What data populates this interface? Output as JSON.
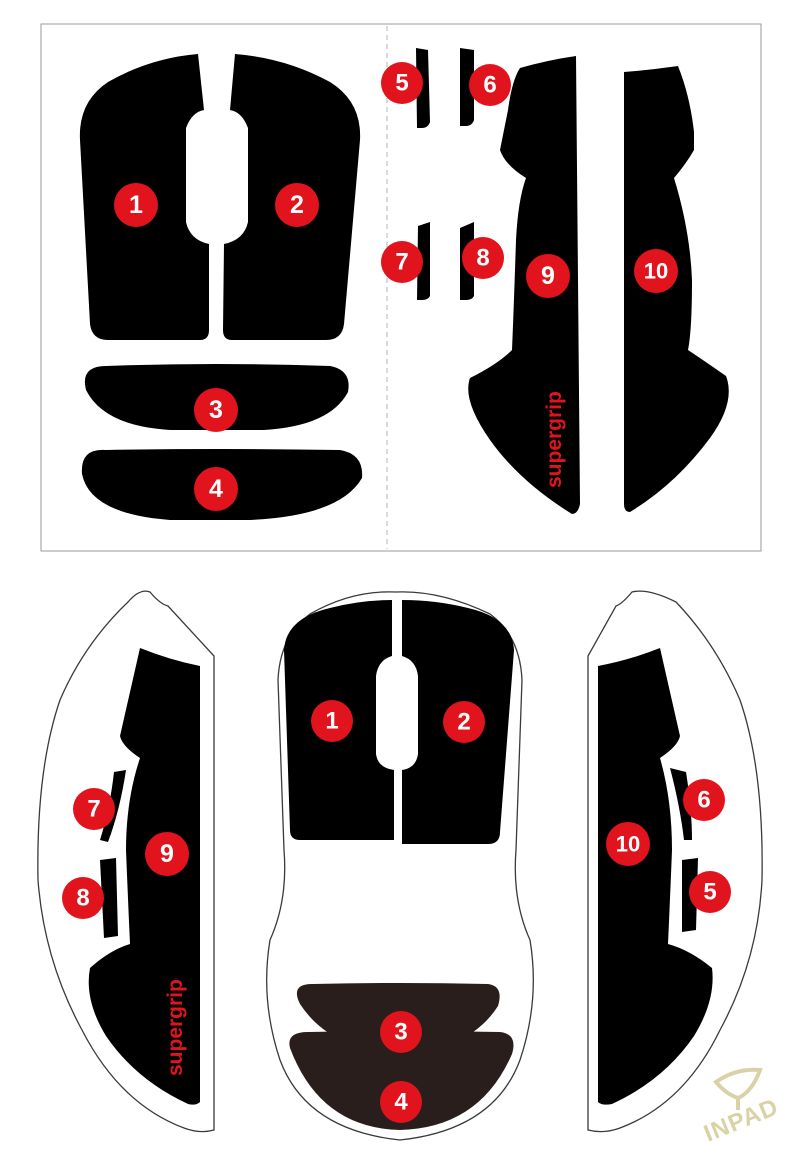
{
  "colors": {
    "pad": "#000000",
    "badge": "#e1141e",
    "badge_text": "#ffffff",
    "brand_text": "#e1141e",
    "watermark": "#d9d2a6"
  },
  "brand_text": "supergrip",
  "watermark_text": "INPAD",
  "labels": {
    "n1": "1",
    "n2": "2",
    "n3": "3",
    "n4": "4",
    "n5": "5",
    "n6": "6",
    "n7": "7",
    "n8": "8",
    "n9": "9",
    "n10": "10"
  }
}
